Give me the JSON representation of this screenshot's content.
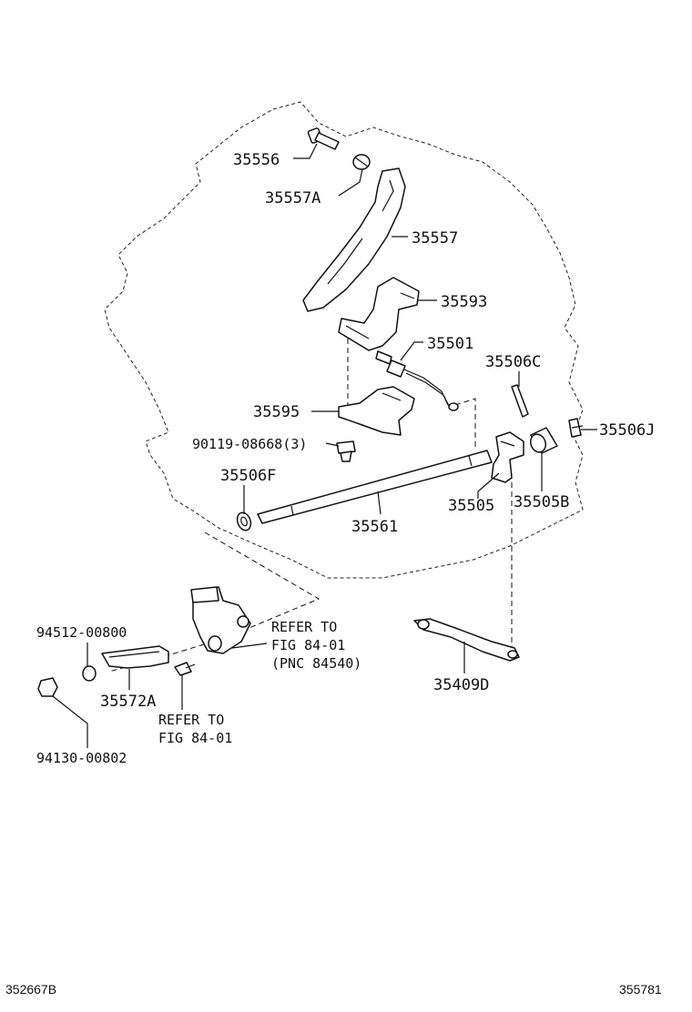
{
  "parts": {
    "p35556": "35556",
    "p35557A": "35557A",
    "p35557": "35557",
    "p35593": "35593",
    "p35501": "35501",
    "p35506C": "35506C",
    "p35595": "35595",
    "p35506J": "35506J",
    "p90119": "90119-08668(3)",
    "p35506F": "35506F",
    "p35505": "35505",
    "p35505B": "35505B",
    "p35561": "35561",
    "p94512": "94512-00800",
    "p35572A": "35572A",
    "p35409D": "35409D",
    "p94130": "94130-00802"
  },
  "references": {
    "ref1_line1": "REFER TO",
    "ref1_line2": "FIG 84-01",
    "ref1_line3": "(PNC 84540)",
    "ref2_line1": "REFER TO",
    "ref2_line2": "FIG 84-01"
  },
  "footer": {
    "left_code": "352667B",
    "right_code": "355781"
  }
}
